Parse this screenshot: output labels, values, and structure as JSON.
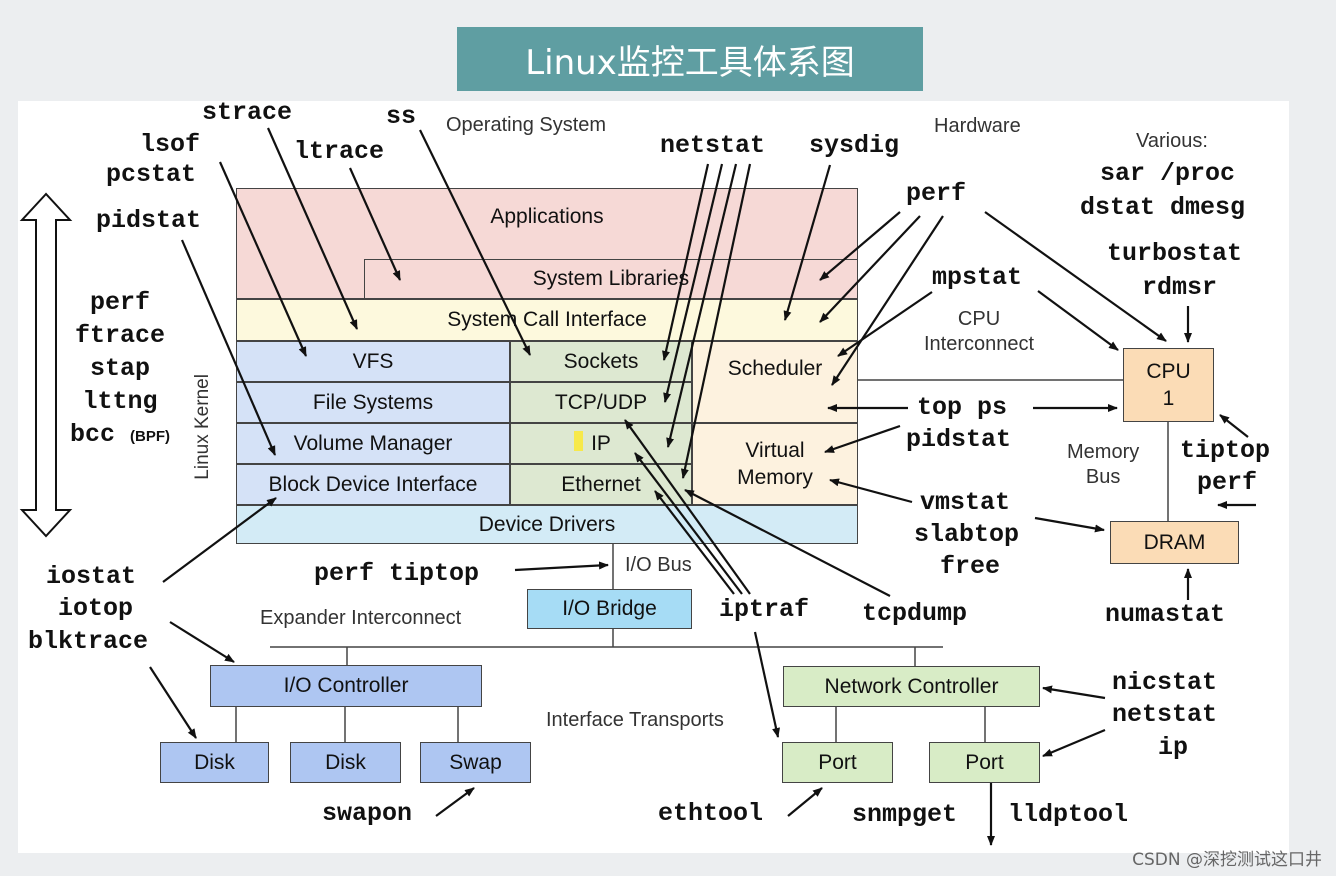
{
  "title": "Linux监控工具体系图",
  "watermark": "CSDN @深挖测试这口井",
  "labels": {
    "operating_system": "Operating System",
    "hardware": "Hardware",
    "various": "Various:",
    "linux_kernel": "Linux Kernel",
    "cpu_interconnect": [
      "CPU",
      "Interconnect"
    ],
    "memory_bus": [
      "Memory",
      "Bus"
    ],
    "io_bus": "I/O Bus",
    "expander_interconnect": "Expander Interconnect",
    "interface_transports": "Interface Transports"
  },
  "layers": {
    "applications": "Applications",
    "system_libraries": "System Libraries",
    "system_call_interface": "System Call Interface",
    "vfs": "VFS",
    "file_systems": "File Systems",
    "volume_manager": "Volume Manager",
    "block_device_interface": "Block Device Interface",
    "sockets": "Sockets",
    "tcp_udp": "TCP/UDP",
    "ip": "IP",
    "ethernet": "Ethernet",
    "scheduler": "Scheduler",
    "virtual_memory": [
      "Virtual",
      "Memory"
    ],
    "device_drivers": "Device Drivers"
  },
  "hardware": {
    "cpu": [
      "CPU",
      "1"
    ],
    "dram": "DRAM",
    "io_bridge": "I/O Bridge",
    "io_controller": "I/O Controller",
    "disk1": "Disk",
    "disk2": "Disk",
    "swap": "Swap",
    "network_controller": "Network Controller",
    "port1": "Port",
    "port2": "Port"
  },
  "tools": {
    "strace": "strace",
    "ss": "ss",
    "lsof": "lsof",
    "ltrace": "ltrace",
    "pcstat": "pcstat",
    "pidstat_left": "pidstat",
    "netstat_top": "netstat",
    "sysdig": "sysdig",
    "sar_proc": "sar /proc",
    "dstat_dmesg": "dstat dmesg",
    "perf_top": "perf",
    "turbostat": "turbostat",
    "rdmsr": "rdmsr",
    "mpstat": "mpstat",
    "left_stack": [
      "perf",
      "ftrace",
      "stap",
      "lttng",
      "bcc"
    ],
    "bpf": "(BPF)",
    "top_ps": "top ps",
    "pidstat_mid": "pidstat",
    "tiptop": "tiptop",
    "perf_right": "perf",
    "vmstat": "vmstat",
    "slabtop": "slabtop",
    "free": "free",
    "numastat": "numastat",
    "perf_tiptop": "perf tiptop",
    "iptraf": "iptraf",
    "tcpdump": "tcpdump",
    "iostat": "iostat",
    "iotop": "iotop",
    "blktrace": "blktrace",
    "nicstat": "nicstat",
    "netstat_bottom": "netstat",
    "ip": "ip",
    "swapon": "swapon",
    "ethtool": "ethtool",
    "snmpget": "snmpget",
    "lldptool": "lldptool"
  },
  "colors": {
    "banner": "#5f9ea2",
    "applications": "#f6d9d6",
    "system_call": "#fdf9dd",
    "storage_stack": "#d5e2f7",
    "network_stack": "#dde8d1",
    "scheduler_vm": "#fdf2df",
    "device_drivers": "#d3ebf6",
    "cpu_dram": "#fbdcb6",
    "io_bridge": "#a6dcf5",
    "io_controller": "#aec6f2",
    "network_hw": "#d8ecc6"
  }
}
